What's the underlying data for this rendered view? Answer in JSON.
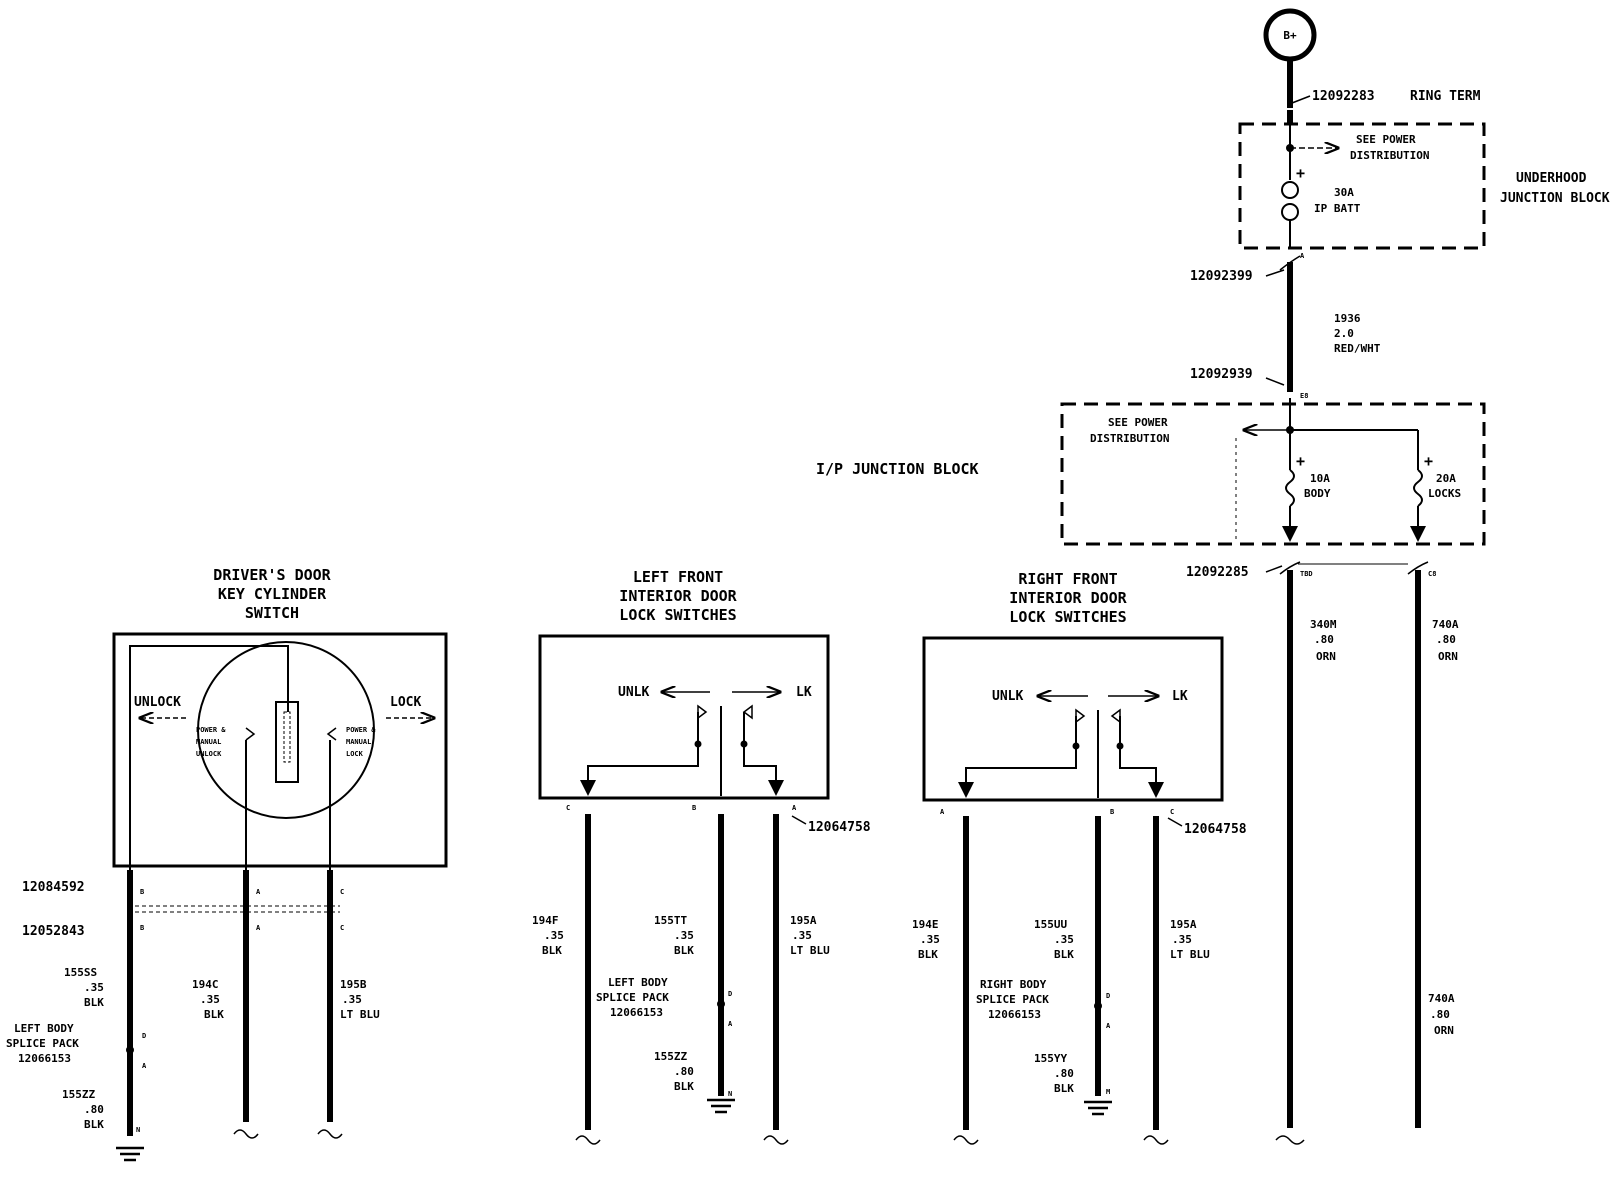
{
  "battery": {
    "label": "B+",
    "part": "12092283",
    "term": "RING TERM"
  },
  "underhood": {
    "title_line1": "UNDERHOOD",
    "title_line2": "JUNCTION BLOCK",
    "see1": "SEE POWER",
    "see2": "DISTRIBUTION",
    "fuse_amp": "30A",
    "fuse_name": "IP BATT",
    "pin": "A",
    "part_below": "12092399"
  },
  "feed_wire": {
    "circuit": "1936",
    "gauge": "2.0",
    "color": "RED/WHT"
  },
  "ip_block": {
    "title": "I/P JUNCTION BLOCK",
    "part_above": "12092939",
    "pin_in": "E8",
    "see1": "SEE POWER",
    "see2": "DISTRIBUTION",
    "fuse1_amp": "10A",
    "fuse1_name": "BODY",
    "fuse2_amp": "20A",
    "fuse2_name": "LOCKS",
    "part_below": "12092285",
    "pin_out1": "TBD",
    "pin_out2": "C8"
  },
  "out_wires": {
    "w1": {
      "circuit": "340M",
      "gauge": ".80",
      "color": "ORN"
    },
    "w2": {
      "circuit": "740A",
      "gauge": ".80",
      "color": "ORN"
    },
    "w3": {
      "circuit": "740A",
      "gauge": ".80",
      "color": "ORN"
    }
  },
  "drivers_switch": {
    "title1": "DRIVER'S DOOR",
    "title2": "KEY CYLINDER",
    "title3": "SWITCH",
    "unlock": "UNLOCK",
    "lock": "LOCK",
    "left_contact1": "POWER &",
    "left_contact2": "MANUAL",
    "left_contact3": "UNLOCK",
    "right_contact1": "POWER &",
    "right_contact2": "MANUAL",
    "right_contact3": "LOCK",
    "part_top": "12084592",
    "part_bottom": "12052843",
    "pin_b": "B",
    "pin_a": "A",
    "pin_c": "C",
    "wire_b": {
      "circuit": "155SS",
      "gauge": ".35",
      "color": "BLK"
    },
    "wire_a": {
      "circuit": "194C",
      "gauge": ".35",
      "color": "BLK"
    },
    "wire_c": {
      "circuit": "195B",
      "gauge": ".35",
      "color": "LT BLU"
    },
    "splice1": "LEFT BODY",
    "splice2": "SPLICE PACK",
    "splice3": "12066153",
    "splice_pin_d": "D",
    "splice_pin_a": "A",
    "ground_wire": {
      "circuit": "155ZZ",
      "gauge": ".80",
      "color": "BLK"
    },
    "ground_pin": "N"
  },
  "left_switches": {
    "title1": "LEFT FRONT",
    "title2": "INTERIOR DOOR",
    "title3": "LOCK SWITCHES",
    "unlk": "UNLK",
    "lk": "LK",
    "pin_c": "C",
    "pin_b": "B",
    "pin_a": "A",
    "part": "12064758",
    "wire_c": {
      "circuit": "194F",
      "gauge": ".35",
      "color": "BLK"
    },
    "wire_b": {
      "circuit": "155TT",
      "gauge": ".35",
      "color": "BLK"
    },
    "wire_a": {
      "circuit": "195A",
      "gauge": ".35",
      "color": "LT BLU"
    },
    "splice1": "LEFT BODY",
    "splice2": "SPLICE PACK",
    "splice3": "12066153",
    "splice_pin_d": "D",
    "splice_pin_a": "A",
    "ground_wire": {
      "circuit": "155ZZ",
      "gauge": ".80",
      "color": "BLK"
    },
    "ground_pin": "N"
  },
  "right_switches": {
    "title1": "RIGHT FRONT",
    "title2": "INTERIOR DOOR",
    "title3": "LOCK SWITCHES",
    "unlk": "UNLK",
    "lk": "LK",
    "pin_a": "A",
    "pin_b": "B",
    "pin_c": "C",
    "part": "12064758",
    "wire_a": {
      "circuit": "194E",
      "gauge": ".35",
      "color": "BLK"
    },
    "wire_b": {
      "circuit": "155UU",
      "gauge": ".35",
      "color": "BLK"
    },
    "wire_c": {
      "circuit": "195A",
      "gauge": ".35",
      "color": "LT BLU"
    },
    "splice1": "RIGHT BODY",
    "splice2": "SPLICE PACK",
    "splice3": "12066153",
    "splice_pin_d": "D",
    "splice_pin_a": "A",
    "ground_wire": {
      "circuit": "155YY",
      "gauge": ".80",
      "color": "BLK"
    },
    "ground_pin": "M"
  }
}
